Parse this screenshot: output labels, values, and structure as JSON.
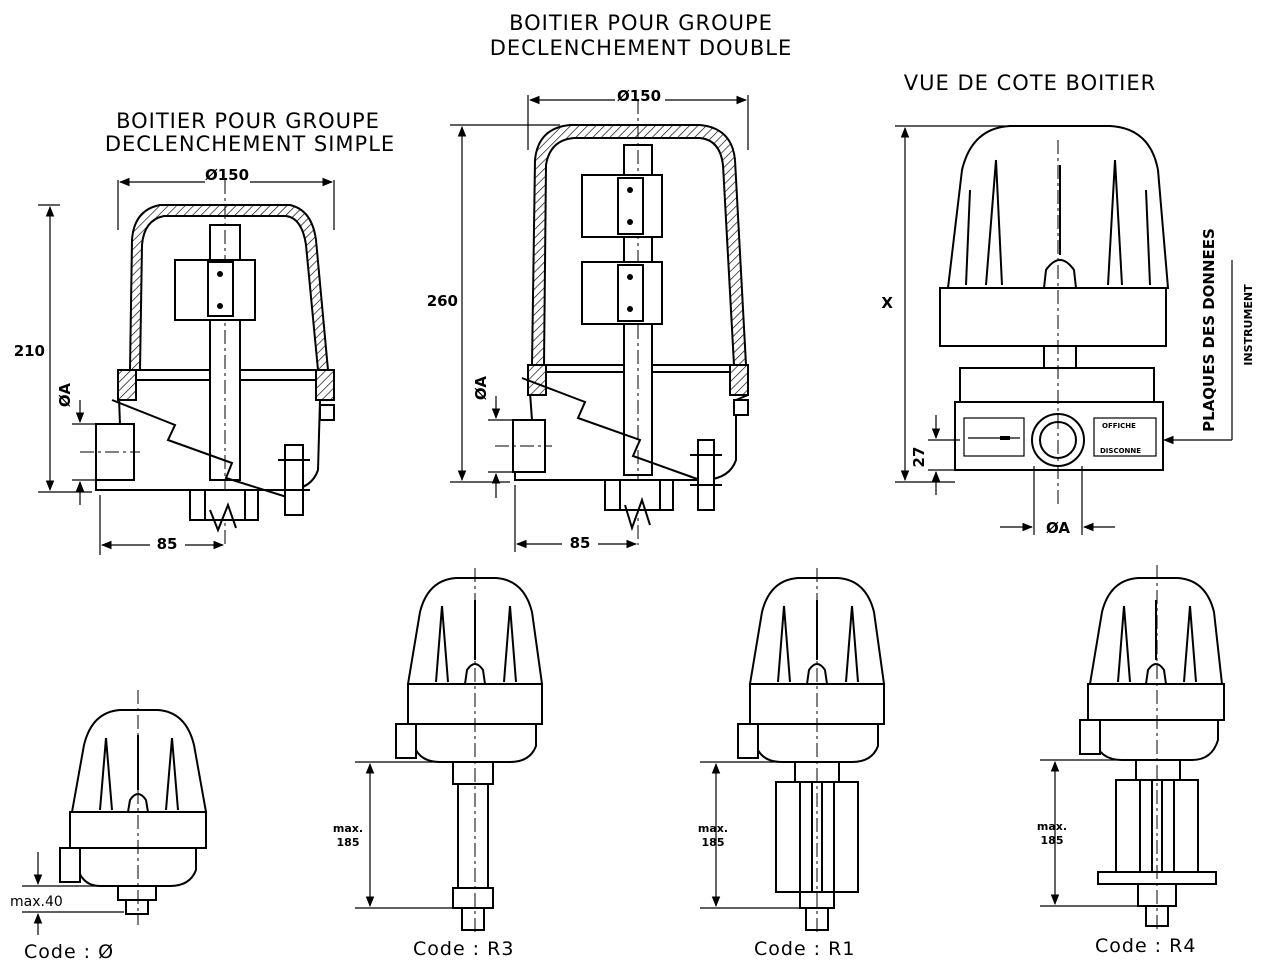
{
  "titles": {
    "single": [
      "BOITIER POUR GROUPE",
      "DECLENCHEMENT SIMPLE"
    ],
    "double": [
      "BOITIER POUR GROUPE",
      "DECLENCHEMENT DOUBLE"
    ],
    "side": "VUE DE COTE BOITIER"
  },
  "dimensions": {
    "single_diameter": "Ø150",
    "single_height": "210",
    "single_a": "ØA",
    "single_width": "85",
    "double_diameter": "Ø150",
    "double_height": "260",
    "double_a": "ØA",
    "double_width": "85",
    "side_height": "X",
    "side_27": "27",
    "side_a": "ØA"
  },
  "side_labels": {
    "plates": "PLAQUES DES DONNEES",
    "instrument": "INSTRUMENT",
    "plate_text_1": "OFFICHE",
    "plate_text_2": "DISCONNE"
  },
  "variants": [
    {
      "code_label": "Code  :  Ø",
      "max_label": "max.40"
    },
    {
      "code_label": "Code  :  R3",
      "max_label": "max.",
      "max_value": "185"
    },
    {
      "code_label": "Code  :  R1",
      "max_label": "max.",
      "max_value": "185"
    },
    {
      "code_label": "Code  :  R4",
      "max_label": "max.",
      "max_value": "185"
    }
  ]
}
